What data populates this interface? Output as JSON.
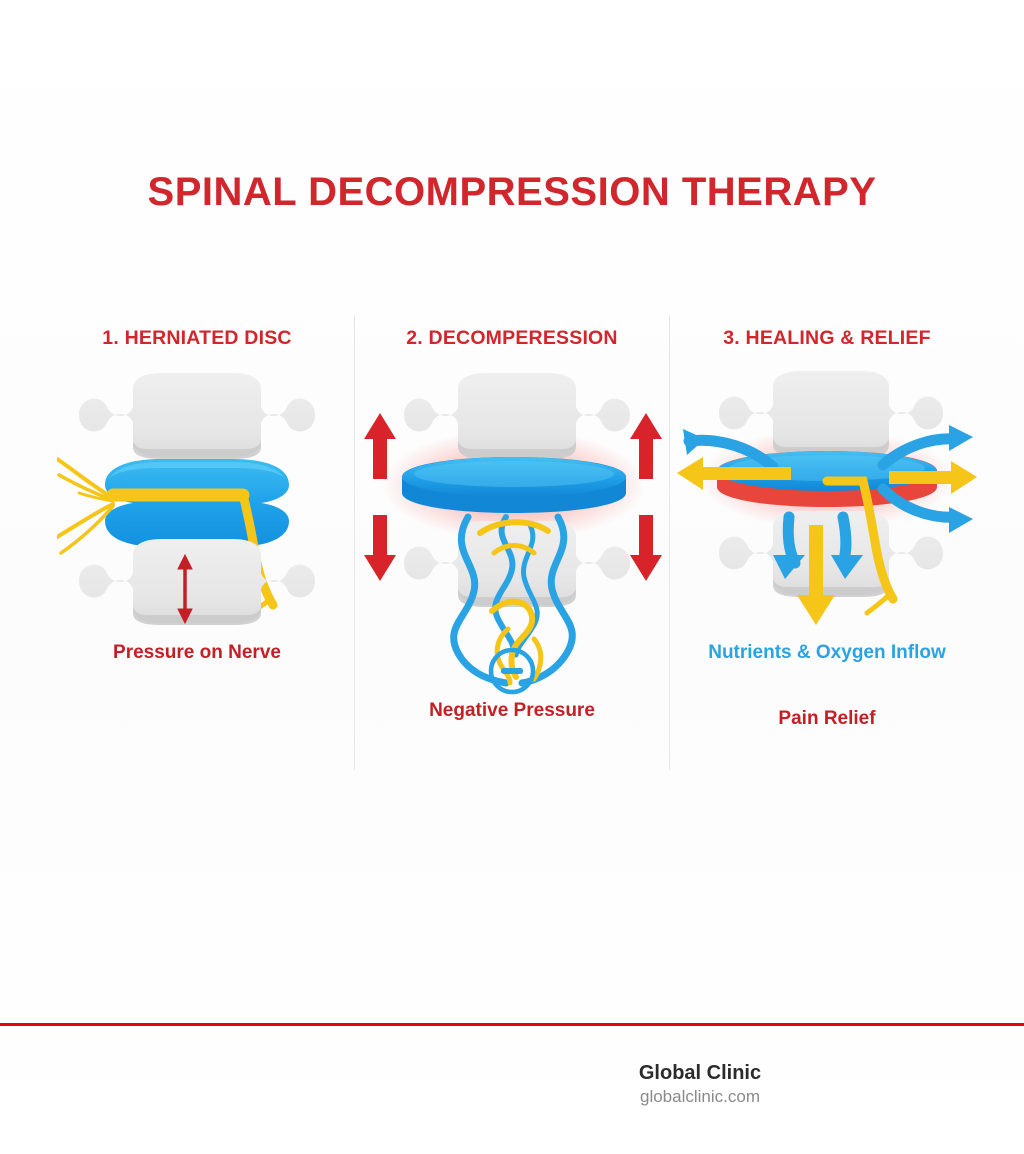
{
  "title": "SPINAL DECOMPRESSION THERAPY",
  "colors": {
    "title_red": "#d1262c",
    "heading_red": "#d1262c",
    "caption_red": "#c32026",
    "caption_blue": "#29a3e3",
    "disc_blue": "#1b9de8",
    "disc_blue_light": "#35b8f0",
    "nerve_yellow": "#f5c518",
    "arrow_red": "#d8232a",
    "bone_gray": "#e9e9e9",
    "bone_shadow": "#c9c9c9",
    "glow_red": "#f4645f",
    "rule_red": "#ee0000"
  },
  "panels": [
    {
      "heading": "1. HERNIATED DISC",
      "caption": "Pressure on Nerve",
      "caption_color": "red",
      "icons": [
        "vertebra-upper",
        "vertebra-lower",
        "bulging-disc",
        "nerve-root",
        "pressure-arrow"
      ]
    },
    {
      "heading": "2. DECOMPERESSION",
      "caption": "Negative Pressure",
      "caption_color": "red",
      "icons": [
        "vertebra-upper",
        "vertebra-lower",
        "flat-disc",
        "traction-arrow-up",
        "traction-arrow-down",
        "vacuum-swirl",
        "minus-circle-icon"
      ]
    },
    {
      "heading": "3. HEALING & RELIEF",
      "caption_primary": "Nutrients & Oxygen Inflow",
      "caption_secondary": "Pain Relief",
      "icons": [
        "vertebra-upper",
        "vertebra-lower",
        "healthy-disc",
        "inflow-arrow-blue",
        "outflow-arrow-yellow",
        "nerve-root"
      ]
    }
  ],
  "footer": {
    "brand": "Global Clinic",
    "site": "globalclinic.com"
  }
}
